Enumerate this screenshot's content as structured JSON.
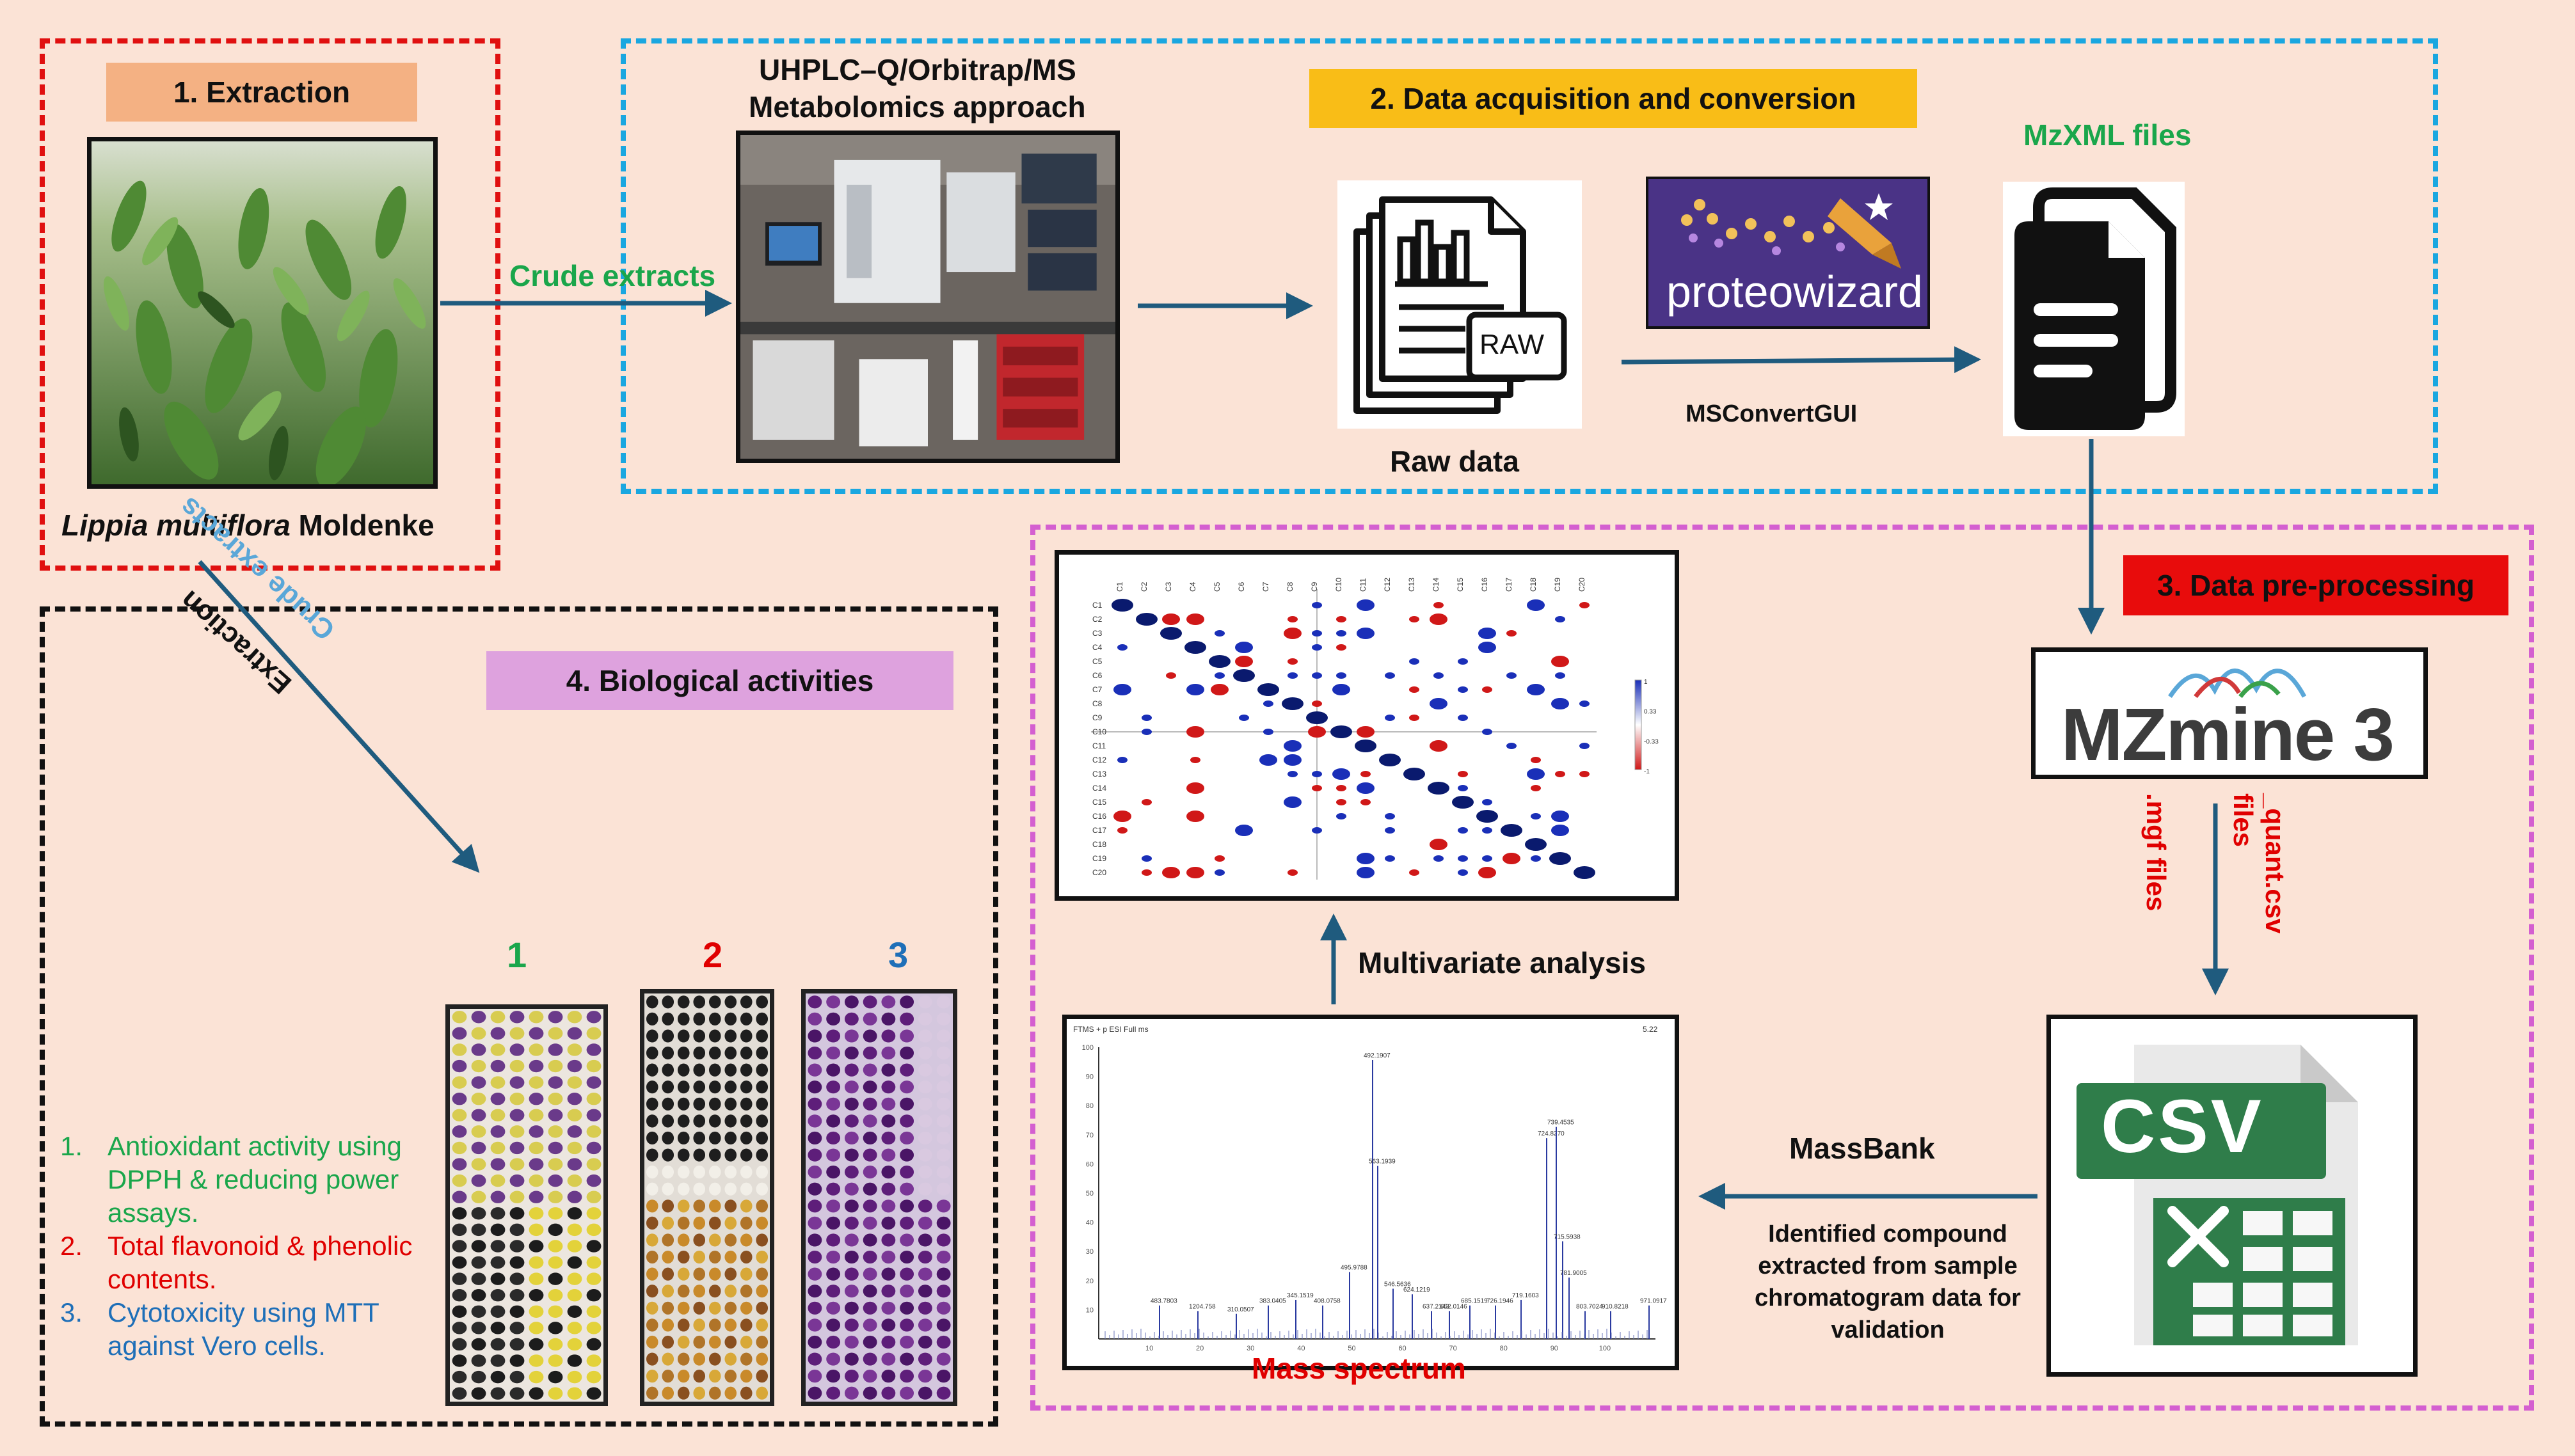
{
  "colors": {
    "background": "#fbe3d6",
    "arrow": "#1f5b7e",
    "red_dash": "#e01010",
    "blue_dash": "#1aa7e0",
    "magenta_dash": "#d45fd0",
    "black_dash": "#111111",
    "green_text": "#1aa64b",
    "red_text": "#e00000",
    "blue_text": "#1e6fb8"
  },
  "section1": {
    "title": "1. Extraction",
    "plant_italic": "Lippia multiflora",
    "plant_rest": " Moldenke"
  },
  "section2": {
    "title": "2. Data acquisition and conversion",
    "instrument_line1": "UHPLC–Q/Orbitrap/MS",
    "instrument_line2": "Metabolomics approach",
    "raw_label": "Raw data",
    "raw_badge": "RAW",
    "proteowizard_logo": "proteowizard",
    "converter": "MSConvertGUI",
    "mzxml_label": "MzXML files"
  },
  "section3": {
    "title": "3. Data pre-processing",
    "mzmine_logo": "MZmine 3",
    "mgf_label": ".mgf files",
    "quant_label": "_quant.csv files",
    "csv_logo": "CSV",
    "massbank": "MassBank",
    "identified_lines": [
      "Identified compound",
      "extracted from sample",
      "chromatogram data for",
      "validation"
    ],
    "mass_spectrum": "Mass spectrum",
    "multivariate": "Multivariate analysis"
  },
  "section4": {
    "title": "4. Biological activities",
    "crude_extracts_diag": "Crude extracts",
    "extraction_diag": "Extraction",
    "plate_numbers": [
      "1",
      "2",
      "3"
    ],
    "assays": [
      {
        "num": "1.",
        "lines": [
          "Antioxidant activity using",
          "DPPH & reducing power",
          "assays."
        ]
      },
      {
        "num": "2.",
        "lines": [
          "Total flavonoid & phenolic",
          "contents."
        ]
      },
      {
        "num": "3.",
        "lines": [
          "Cytotoxicity using MTT",
          "against Vero cells."
        ]
      }
    ]
  },
  "crude_extracts_arrow": "Crude extracts",
  "correlation_matrix": {
    "labels": [
      "C1",
      "C2",
      "C3",
      "C4",
      "C5",
      "C6",
      "C7",
      "C8",
      "C9",
      "C10",
      "C11",
      "C12",
      "C13",
      "C14",
      "C15",
      "C16",
      "C17",
      "C18",
      "C19",
      "C20"
    ],
    "colorbar_ticks": [
      "1",
      "0.33",
      "-0.33",
      "-1"
    ]
  },
  "mass_spectrum_chart": {
    "header_left": "FTMS + p ESI Full ms",
    "header_right": "5.22",
    "peak_labels": [
      "483.7803",
      "1204.758",
      "310.0507",
      "383.0405",
      "345.1519",
      "408.0758",
      "495.9788",
      "492.1907",
      "563.1939",
      "546.5636",
      "624.1219",
      "637.2143",
      "652.0146",
      "685.1519",
      "726.1946",
      "719.1603",
      "724.8270",
      "739.4535",
      "715.5938",
      "781.9005",
      "803.7024",
      "910.8218",
      "971.0917"
    ],
    "y_ticks": [
      "100",
      "90",
      "80",
      "70",
      "60",
      "50",
      "40",
      "30",
      "20",
      "10"
    ],
    "x_ticks": [
      "10",
      "20",
      "30",
      "40",
      "50",
      "60",
      "70",
      "80",
      "90",
      "100"
    ]
  }
}
